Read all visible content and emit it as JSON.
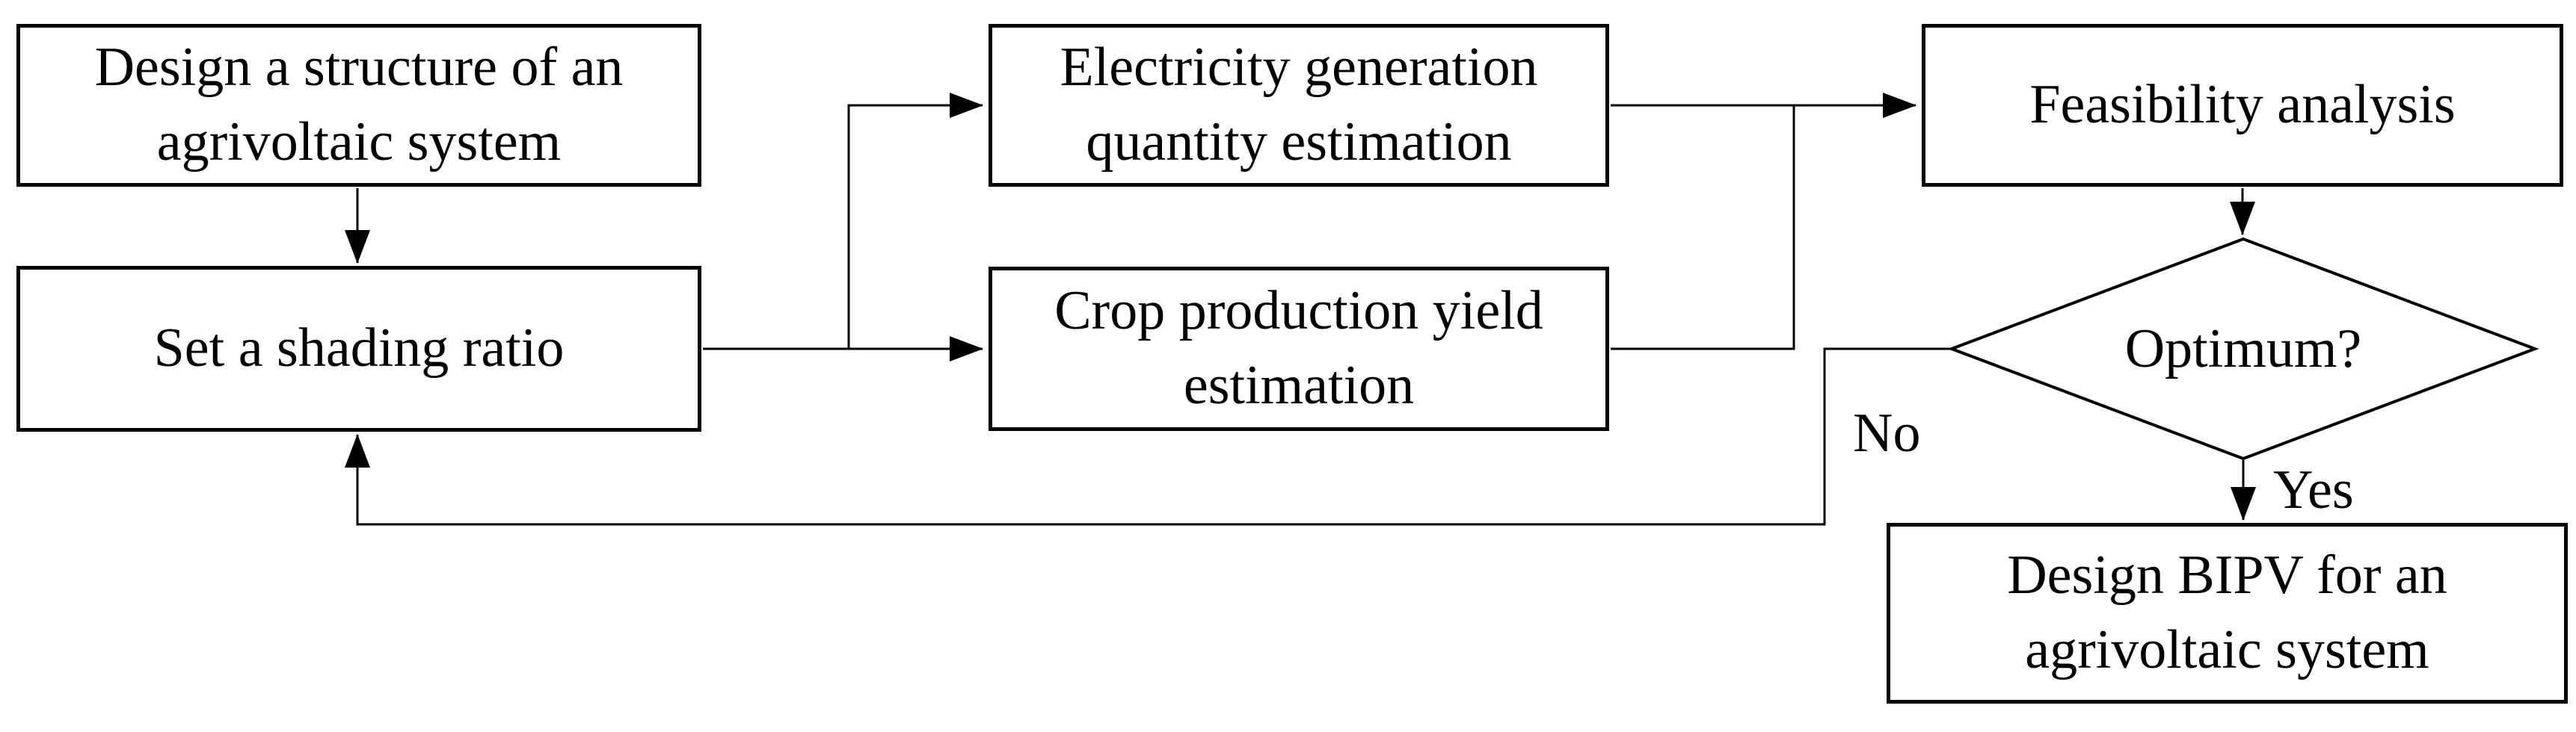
{
  "nodes": {
    "design_structure": {
      "line1": "Design a structure of an",
      "line2": "agrivoltaic system"
    },
    "shading_ratio": {
      "line1": "Set a shading ratio"
    },
    "electricity": {
      "line1": "Electricity generation",
      "line2": "quantity estimation"
    },
    "crop_yield": {
      "line1": "Crop production yield",
      "line2": "estimation"
    },
    "feasibility": {
      "line1": "Feasibility analysis"
    },
    "optimum": {
      "line1": "Optimum?"
    },
    "design_bipv": {
      "line1": "Design BIPV for an",
      "line2": "agrivoltaic system"
    }
  },
  "edge_labels": {
    "no": "No",
    "yes": "Yes"
  },
  "colors": {
    "stroke": "#000000",
    "background": "#ffffff"
  }
}
